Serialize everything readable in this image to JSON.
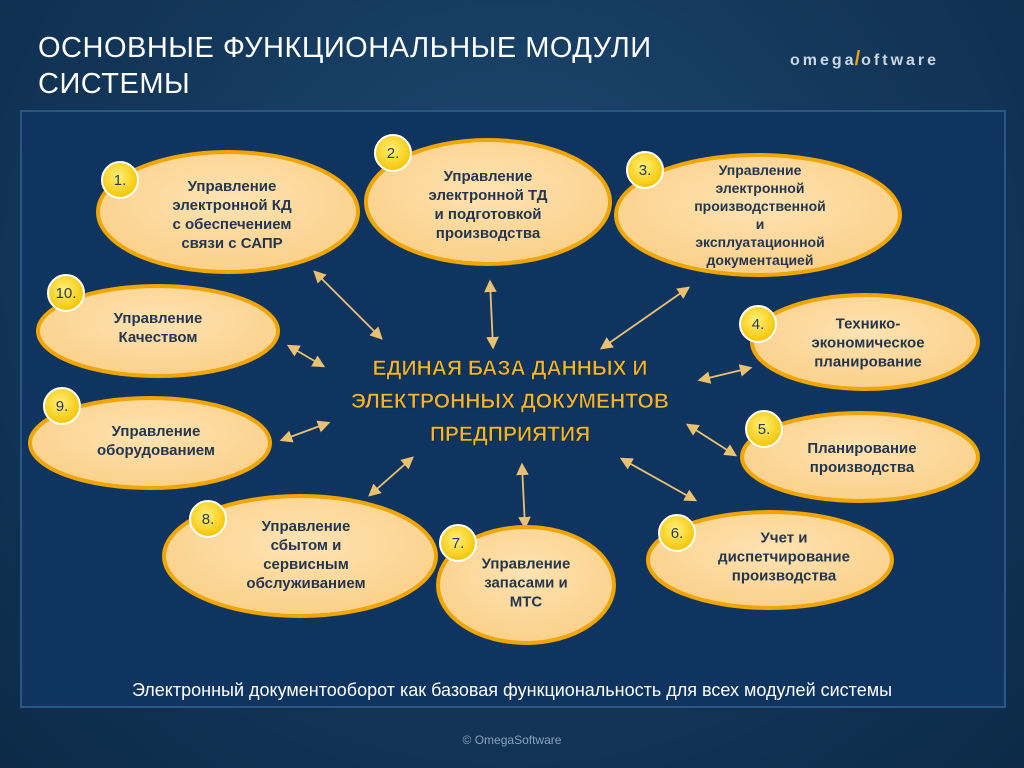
{
  "title_line1": "ОСНОВНЫЕ ФУНКЦИОНАЛЬНЫЕ МОДУЛИ",
  "title_line2": "СИСТЕМЫ",
  "logo": {
    "part1": "omega",
    "slash": "/",
    "part2": "oftware"
  },
  "center": {
    "lines": [
      "ЕДИНАЯ БАЗА ДАННЫХ И",
      "ЭЛЕКТРОННЫХ ДОКУМЕНТОВ",
      "ПРЕДПРИЯТИЯ"
    ]
  },
  "modules": [
    {
      "number": "1.",
      "lines": [
        "Управление",
        "электронной КД",
        "с обеспечением",
        "связи с САПР"
      ]
    },
    {
      "number": "2.",
      "lines": [
        "Управление",
        "электронной ТД",
        "и подготовкой",
        "производства"
      ]
    },
    {
      "number": "3.",
      "lines": [
        "Управление",
        "электронной",
        "производственной",
        "и",
        "эксплуатационной",
        "документацией"
      ]
    },
    {
      "number": "4.",
      "lines": [
        "Технико-",
        "экономическое",
        "планирование"
      ]
    },
    {
      "number": "5.",
      "lines": [
        "Планирование",
        "производства"
      ]
    },
    {
      "number": "6.",
      "lines": [
        "Учет и",
        "диспетчирование",
        "производства"
      ]
    },
    {
      "number": "7.",
      "lines": [
        "Управление",
        "запасами и",
        "МТС"
      ]
    },
    {
      "number": "8.",
      "lines": [
        "Управление",
        "сбытом и",
        "сервисным",
        "обслуживанием"
      ]
    },
    {
      "number": "9.",
      "lines": [
        "Управление",
        "оборудованием"
      ]
    },
    {
      "number": "10.",
      "lines": [
        "Управление",
        "Качеством"
      ]
    }
  ],
  "caption": "Электронный документооборот как базовая функциональность для всех модулей системы",
  "copyright": "© OmegaSoftware",
  "colors": {
    "ellipse_fill": "#fdd9a0",
    "ellipse_stroke": "#f0a500",
    "badge_fill": "#ffd31c",
    "text_dark": "#24364e",
    "badge_text": "#2a3a52",
    "arrow": "#e9c170",
    "center_text": "#f4b526"
  }
}
